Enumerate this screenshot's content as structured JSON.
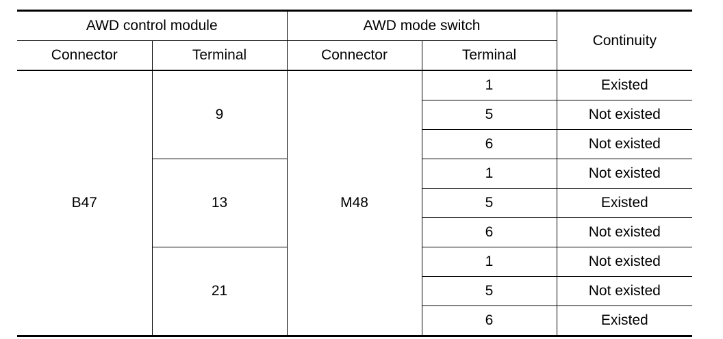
{
  "table": {
    "headers": {
      "module": "AWD control module",
      "switch": "AWD mode switch",
      "continuity": "Continuity",
      "connector": "Connector",
      "terminal": "Terminal"
    },
    "module_connector": "B47",
    "switch_connector": "M48",
    "groups": [
      {
        "module_terminal": "9",
        "rows": [
          {
            "switch_terminal": "1",
            "continuity": "Existed"
          },
          {
            "switch_terminal": "5",
            "continuity": "Not existed"
          },
          {
            "switch_terminal": "6",
            "continuity": "Not existed"
          }
        ]
      },
      {
        "module_terminal": "13",
        "rows": [
          {
            "switch_terminal": "1",
            "continuity": "Not existed"
          },
          {
            "switch_terminal": "5",
            "continuity": "Existed"
          },
          {
            "switch_terminal": "6",
            "continuity": "Not existed"
          }
        ]
      },
      {
        "module_terminal": "21",
        "rows": [
          {
            "switch_terminal": "1",
            "continuity": "Not existed"
          },
          {
            "switch_terminal": "5",
            "continuity": "Not existed"
          },
          {
            "switch_terminal": "6",
            "continuity": "Existed"
          }
        ]
      }
    ]
  }
}
